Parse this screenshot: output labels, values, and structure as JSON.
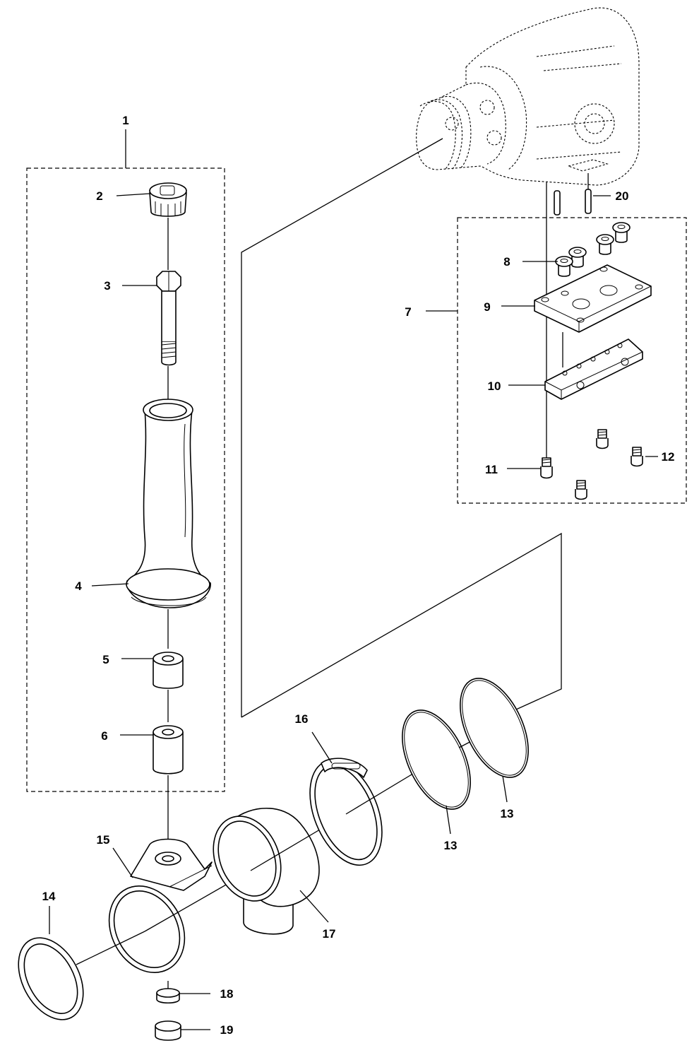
{
  "labels": {
    "p1": "1",
    "p2": "2",
    "p3": "3",
    "p4": "4",
    "p5": "5",
    "p6": "6",
    "p7": "7",
    "p8": "8",
    "p9": "9",
    "p10": "10",
    "p11": "11",
    "p12": "12",
    "p13a": "13",
    "p13b": "13",
    "p14": "14",
    "p15": "15",
    "p16": "16",
    "p17": "17",
    "p18": "18",
    "p19": "19",
    "p20": "20"
  }
}
